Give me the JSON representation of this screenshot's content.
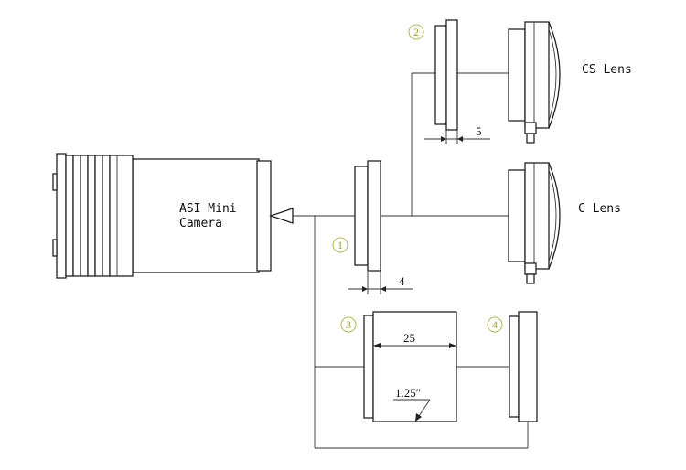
{
  "camera": {
    "label_line1": "ASI Mini",
    "label_line2": "Camera"
  },
  "lenses": {
    "cs": "CS  Lens",
    "c": "C  Lens"
  },
  "parts": [
    {
      "number": "1",
      "dimension": "4"
    },
    {
      "number": "2",
      "dimension": "5"
    },
    {
      "number": "3",
      "dimension": "25",
      "thread": "1.25″"
    },
    {
      "number": "4"
    }
  ],
  "colors": {
    "line": "#222222",
    "callout": "#9a9a3a"
  }
}
